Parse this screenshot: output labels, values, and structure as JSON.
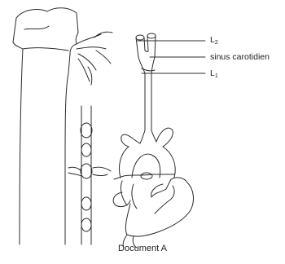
{
  "labels": {
    "l2": {
      "letter": "L",
      "sub": "2"
    },
    "sinus": "sinus carotidien",
    "l1": {
      "letter": "L",
      "sub": "1"
    }
  },
  "caption": "Document A",
  "colors": {
    "ink": "#2b2b2b",
    "paper": "#ffffff"
  }
}
